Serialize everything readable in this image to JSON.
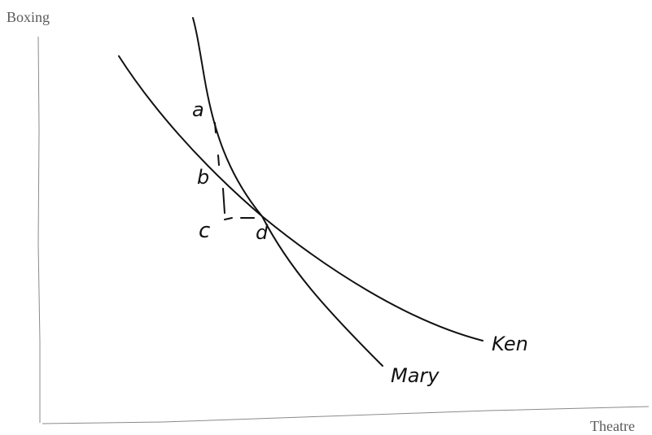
{
  "axes": {
    "y_label": "Boxing",
    "x_label": "Theatre"
  },
  "curves": {
    "ken_label": "Ken",
    "mary_label": "Mary"
  },
  "points": {
    "a": "a",
    "b": "b",
    "c": "c",
    "d": "d"
  },
  "colors": {
    "ink": "#111111",
    "axis": "#8a8a8a",
    "axis_text": "#5a5a5a"
  }
}
